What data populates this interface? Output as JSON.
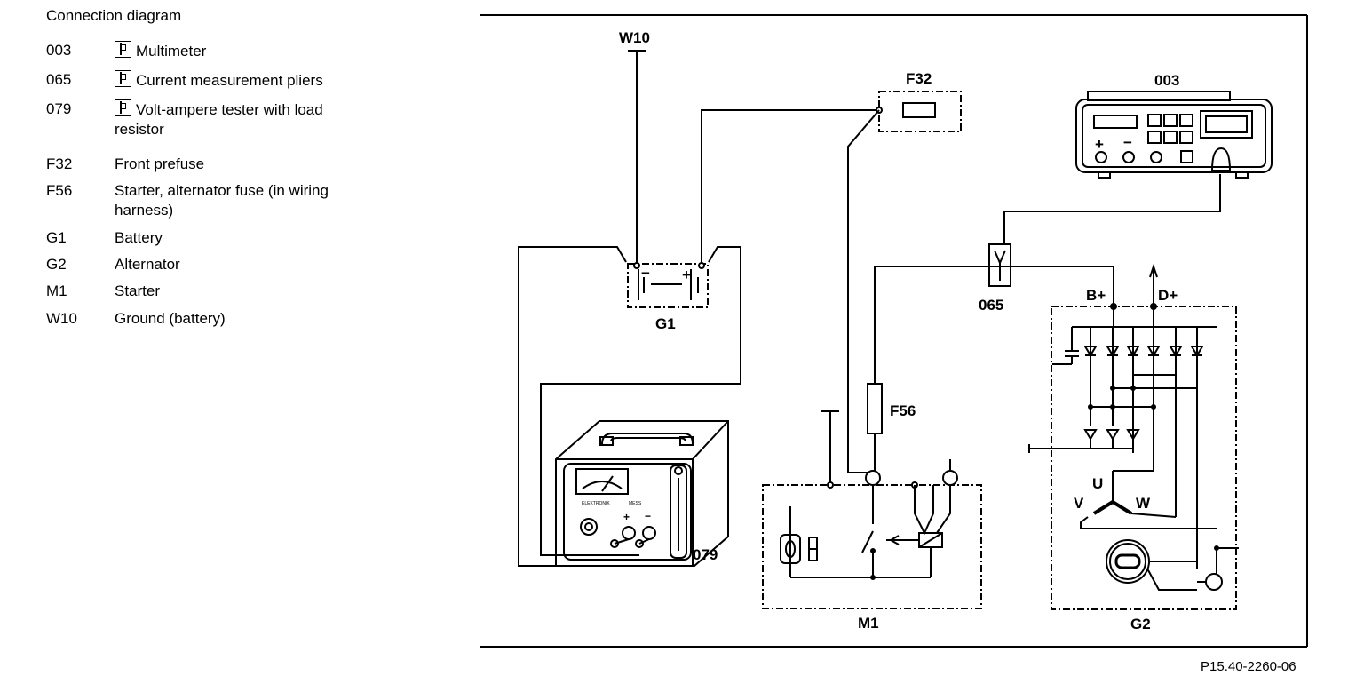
{
  "legend": {
    "title": "Connection diagram",
    "items": [
      {
        "code": "003",
        "desc": "Multimeter",
        "tool": true
      },
      {
        "code": "065",
        "desc": "Current measurement pliers",
        "tool": true
      },
      {
        "code": "079",
        "desc": "Volt-ampere tester with load resistor",
        "tool": true
      },
      {
        "code": "F32",
        "desc": "Front prefuse",
        "tool": false
      },
      {
        "code": "F56",
        "desc": "Starter, alternator fuse (in wiring harness)",
        "tool": false
      },
      {
        "code": "G1",
        "desc": "Battery",
        "tool": false
      },
      {
        "code": "G2",
        "desc": "Alternator",
        "tool": false
      },
      {
        "code": "M1",
        "desc": "Starter",
        "tool": false
      },
      {
        "code": "W10",
        "desc": "Ground (battery)",
        "tool": false
      }
    ]
  },
  "diagram": {
    "labels": {
      "w10": "W10",
      "f32": "F32",
      "m003": "003",
      "g1": "G1",
      "p065": "065",
      "b_plus": "B+",
      "d_plus": "D+",
      "f56": "F56",
      "u": "U",
      "v": "V",
      "w": "W",
      "t079": "079",
      "m1": "M1",
      "g2": "G2"
    },
    "battery_plus": "+",
    "battery_minus": "−",
    "multimeter_plus": "+",
    "multimeter_minus": "−",
    "tester_plus": "+",
    "tester_minus": "−",
    "tester_small_left": "ELEKTRONIK",
    "tester_small_right": "MESS"
  },
  "footer": "P15.40-2260-06"
}
